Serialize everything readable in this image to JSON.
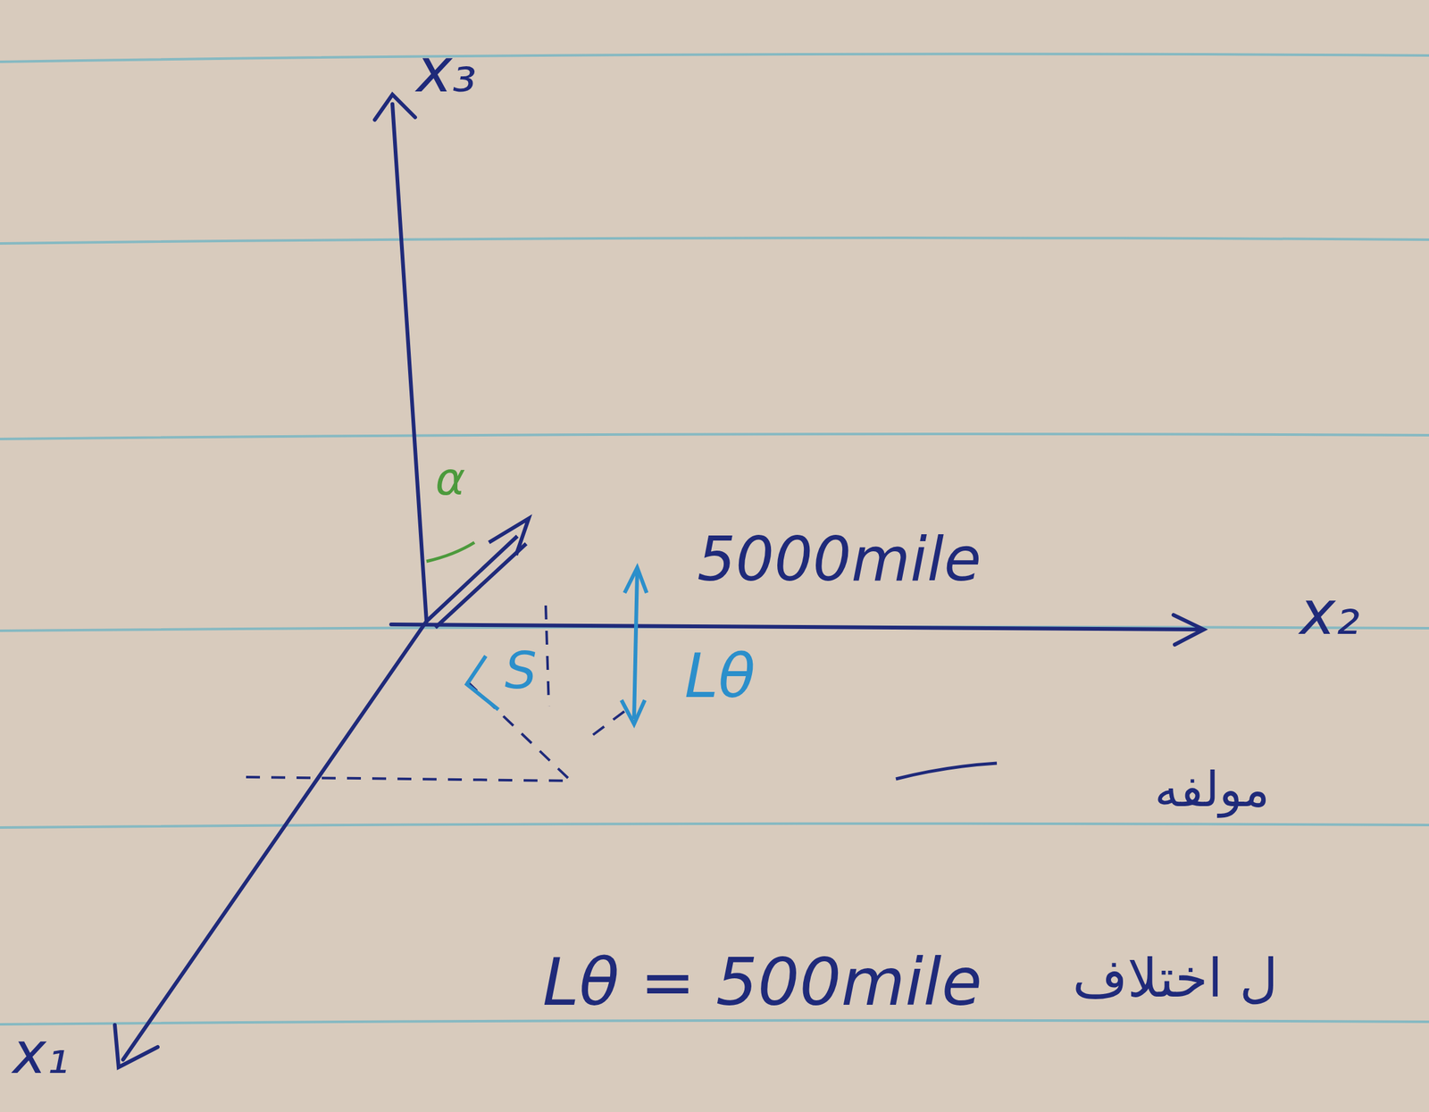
{
  "diagram": {
    "labels": [
      "x₃",
      "α",
      "5000mile",
      "x₂",
      "S",
      "Lθ",
      "مولفه",
      "x₁",
      "Lθ = 500mile",
      "ل اختلاف"
    ]
  }
}
